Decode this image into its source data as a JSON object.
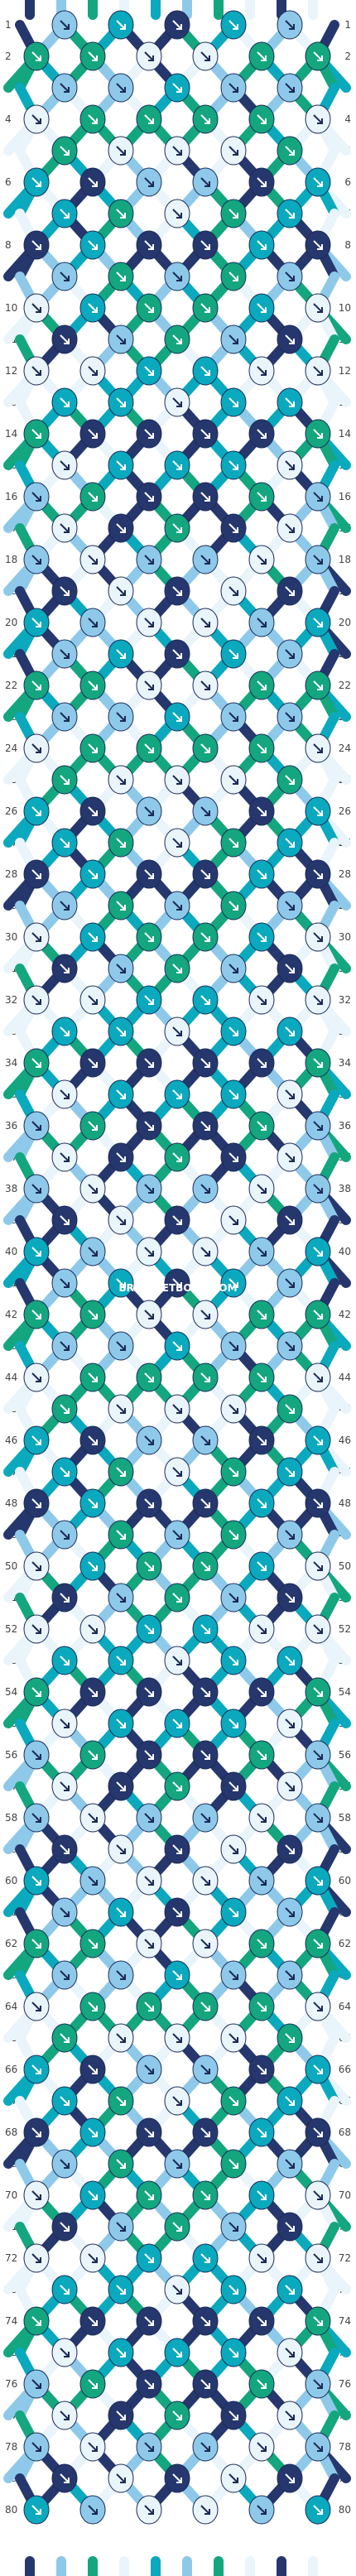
{
  "colors": {
    "navy": "#26376e",
    "teal": "#0aa9be",
    "green": "#14a67e",
    "light_blue": "#8ec9ea",
    "pale": "#e9f4fb",
    "white": "#ffffff"
  },
  "strings_top": [
    "navy",
    "light_blue",
    "green",
    "pale",
    "teal",
    "light_blue",
    "green",
    "pale",
    "navy",
    "pale"
  ],
  "row_count": 80,
  "watermark": "BRACELETBOOK.COM",
  "legend_icon": "knot-arrow-icon"
}
